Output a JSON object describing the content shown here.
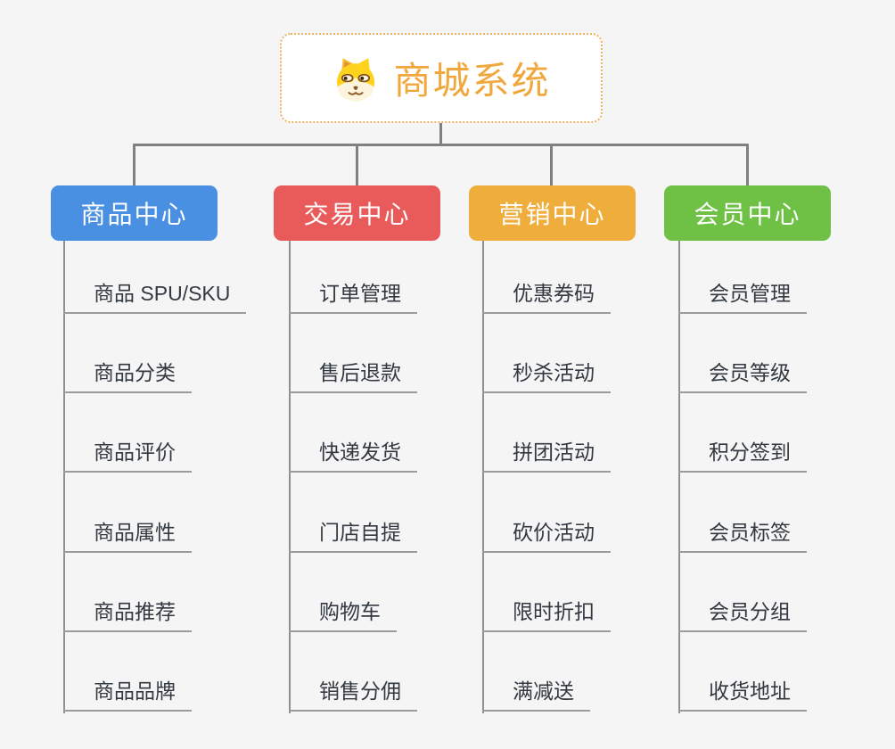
{
  "root": {
    "title": "商城系统",
    "icon": "dog-face-icon"
  },
  "branches": [
    {
      "id": "product",
      "label": "商品中心",
      "items": [
        "商品 SPU/SKU",
        "商品分类",
        "商品评价",
        "商品属性",
        "商品推荐",
        "商品品牌"
      ]
    },
    {
      "id": "trade",
      "label": "交易中心",
      "items": [
        "订单管理",
        "售后退款",
        "快递发货",
        "门店自提",
        "购物车",
        "销售分佣"
      ]
    },
    {
      "id": "marketing",
      "label": "营销中心",
      "items": [
        "优惠券码",
        "秒杀活动",
        "拼团活动",
        "砍价活动",
        "限时折扣",
        "满减送"
      ]
    },
    {
      "id": "member",
      "label": "会员中心",
      "items": [
        "会员管理",
        "会员等级",
        "积分签到",
        "会员标签",
        "会员分组",
        "收货地址"
      ]
    }
  ],
  "colors": {
    "background": "#f5f5f6",
    "root_text": "#f0a73c",
    "root_border": "#ecb25c",
    "branch_product": "#4a90e2",
    "branch_trade": "#e95b5b",
    "branch_marketing": "#efae3c",
    "branch_member": "#6ec144",
    "connector": "#808080",
    "subline": "#8f8f8f",
    "underline": "#9b9b9b",
    "subtopic_text": "#333940"
  }
}
